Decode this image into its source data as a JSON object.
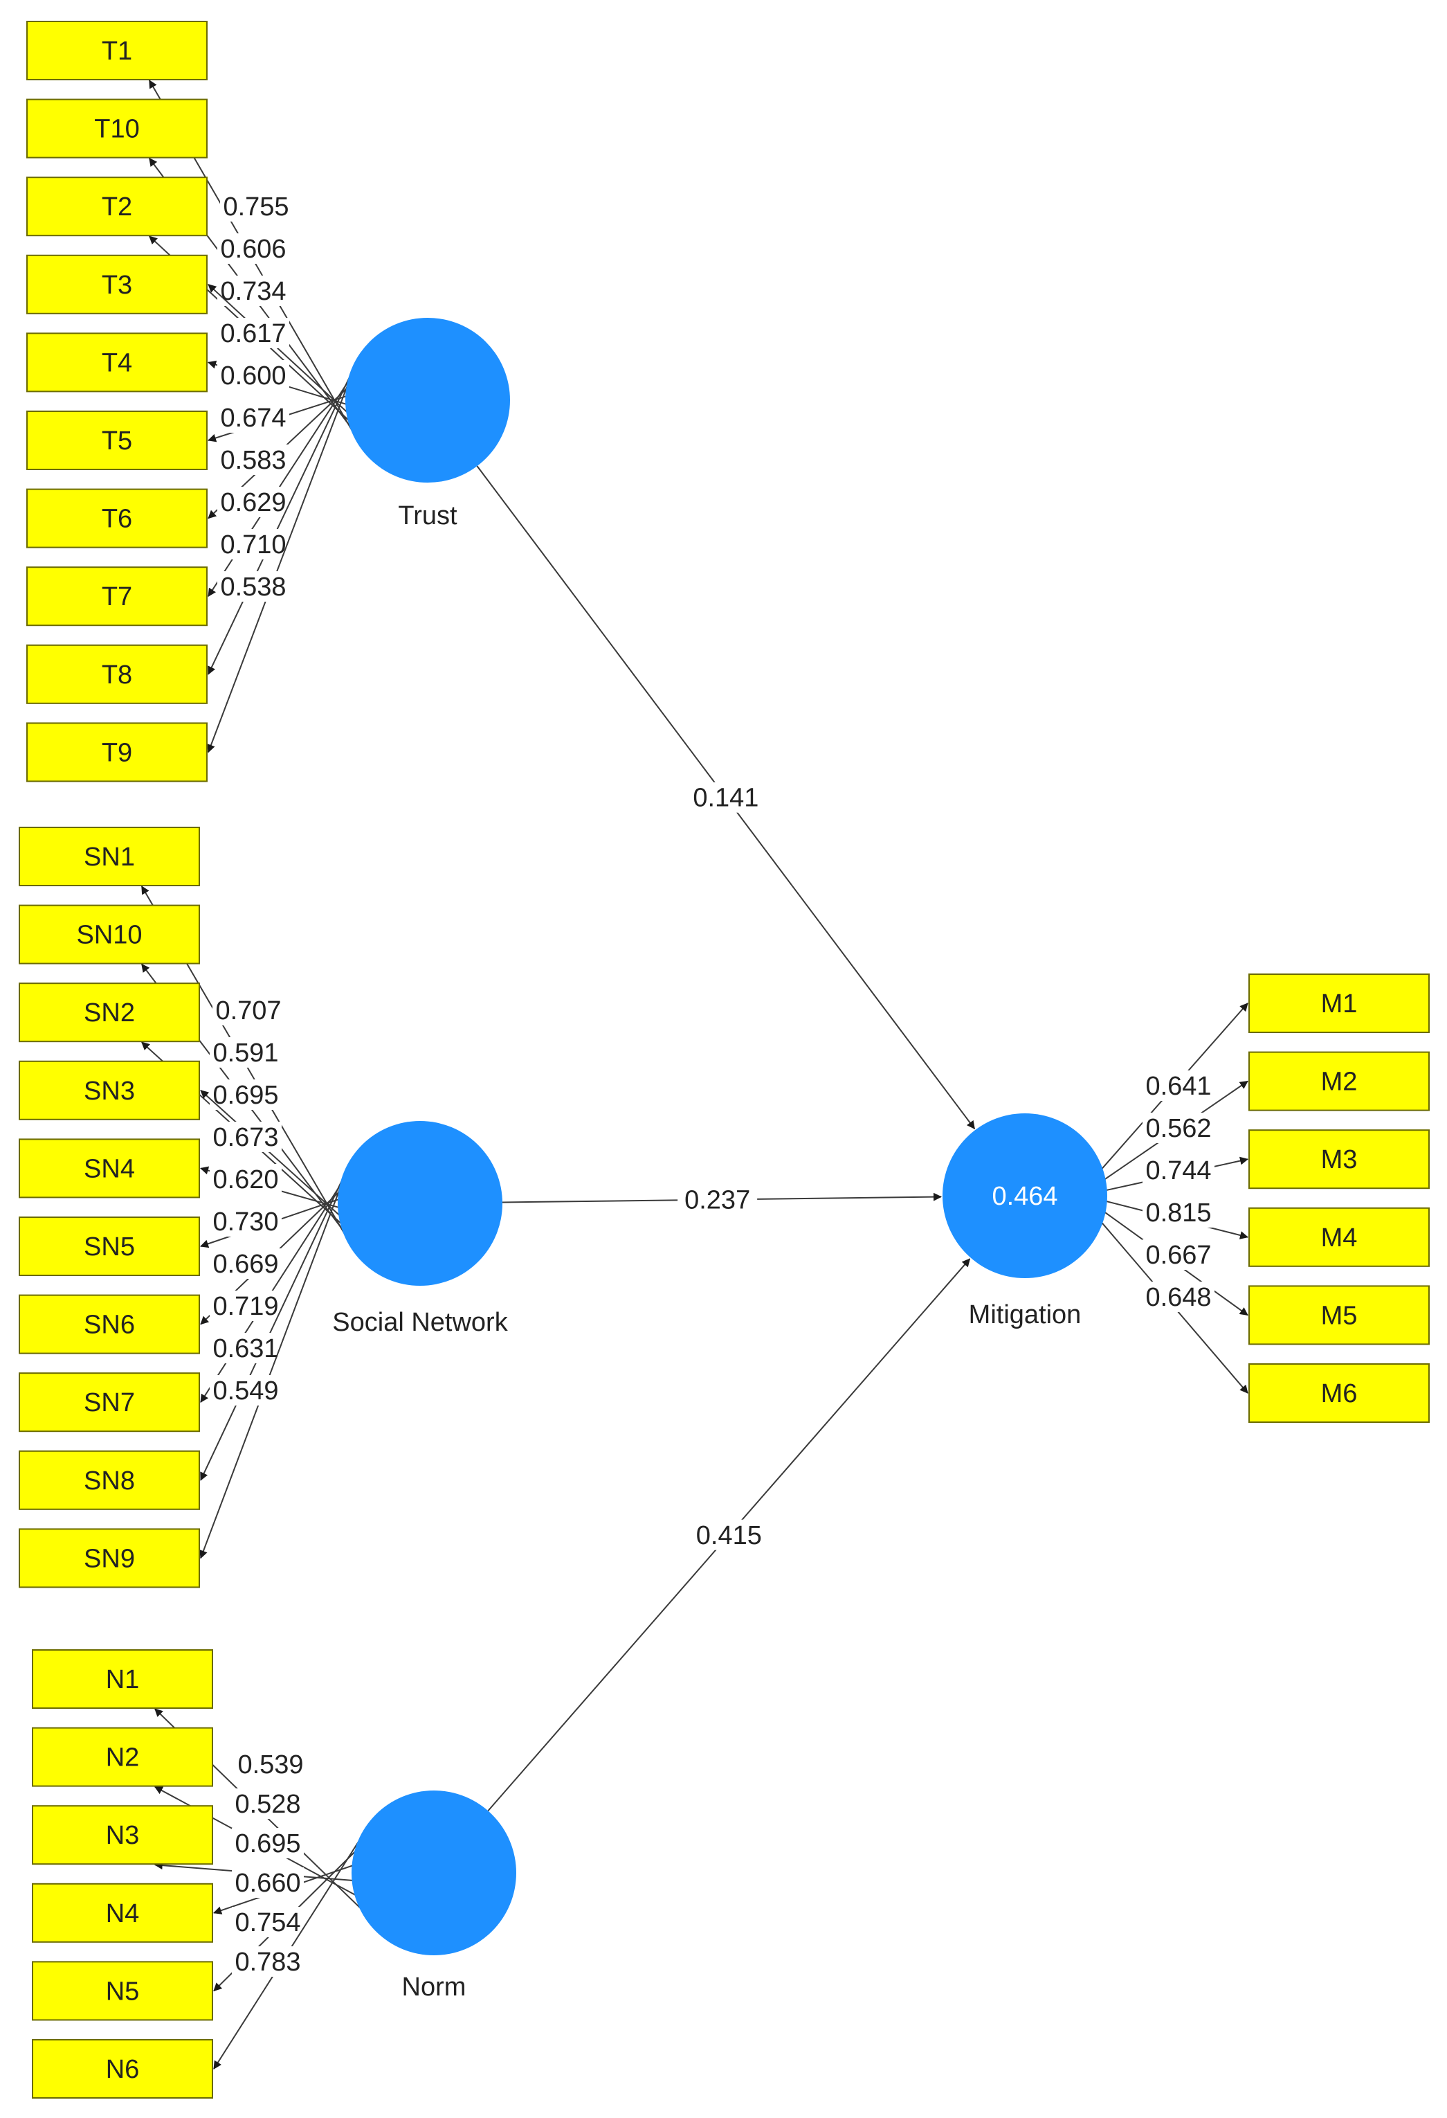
{
  "colors": {
    "indicator_fill": "#ffff00",
    "latent_fill": "#1e90ff",
    "edge": "#3a3a3a",
    "text": "#222222",
    "r2_text": "#ffffff"
  },
  "latent_variables": [
    {
      "id": "trust",
      "label": "Trust",
      "r2": ""
    },
    {
      "id": "social-network",
      "label": "Social Network",
      "r2": ""
    },
    {
      "id": "norm",
      "label": "Norm",
      "r2": ""
    },
    {
      "id": "mitigation",
      "label": "Mitigation",
      "r2": "0.464"
    }
  ],
  "measurement_blocks": [
    {
      "latent": "trust",
      "indicators": [
        "T1",
        "T10",
        "T2",
        "T3",
        "T4",
        "T5",
        "T6",
        "T7",
        "T8",
        "T9"
      ],
      "loadings": [
        "0.755",
        "0.606",
        "0.734",
        "0.617",
        "0.600",
        "0.674",
        "0.583",
        "0.629",
        "0.710",
        "0.538"
      ]
    },
    {
      "latent": "social-network",
      "indicators": [
        "SN1",
        "SN10",
        "SN2",
        "SN3",
        "SN4",
        "SN5",
        "SN6",
        "SN7",
        "SN8",
        "SN9"
      ],
      "loadings": [
        "0.707",
        "0.591",
        "0.695",
        "0.673",
        "0.620",
        "0.730",
        "0.669",
        "0.719",
        "0.631",
        "0.549"
      ]
    },
    {
      "latent": "norm",
      "indicators": [
        "N1",
        "N2",
        "N3",
        "N4",
        "N5",
        "N6"
      ],
      "loadings": [
        "0.539",
        "0.528",
        "0.695",
        "0.660",
        "0.754",
        "0.783"
      ]
    },
    {
      "latent": "mitigation",
      "indicators": [
        "M1",
        "M2",
        "M3",
        "M4",
        "M5",
        "M6"
      ],
      "loadings": [
        "0.641",
        "0.562",
        "0.744",
        "0.815",
        "0.667",
        "0.648"
      ]
    }
  ],
  "path_coefficients": [
    {
      "from": "trust",
      "to": "mitigation",
      "value": "0.141"
    },
    {
      "from": "social-network",
      "to": "mitigation",
      "value": "0.237"
    },
    {
      "from": "norm",
      "to": "mitigation",
      "value": "0.415"
    }
  ]
}
